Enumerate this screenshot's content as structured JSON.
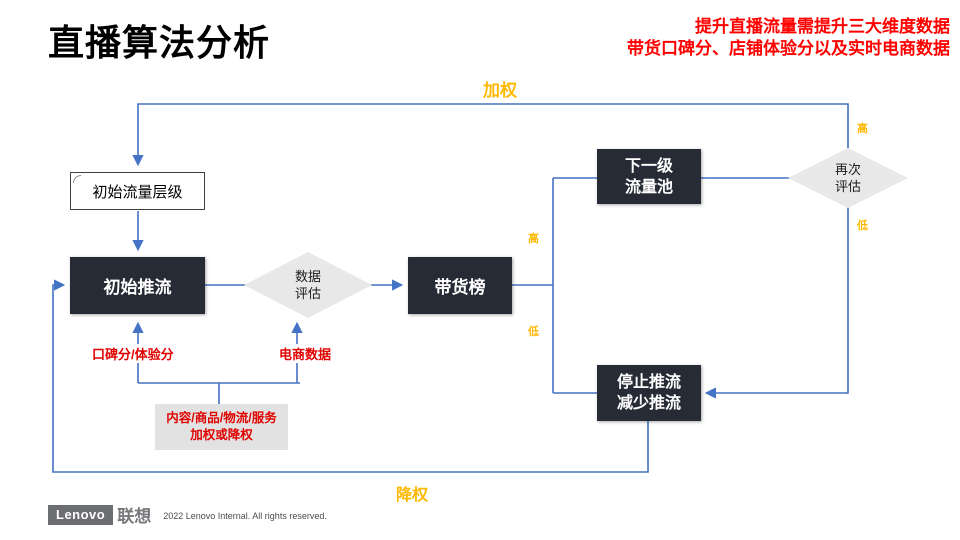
{
  "title": "直播算法分析",
  "annotation": {
    "line1": "提升直播流量需提升三大维度数据",
    "line2": "带货口碑分、店铺体验分以及实时电商数据"
  },
  "labels": {
    "top_loop": "加权",
    "bottom_loop": "降权",
    "branch_high_mid": "高",
    "branch_low_mid": "低",
    "branch_high_right": "高",
    "branch_low_right": "低",
    "score_label": "口碑分/体验分",
    "ecommerce_label": "电商数据"
  },
  "nodes": {
    "initial_level": "初始流量层级",
    "initial_push": "初始推流",
    "data_eval": {
      "line1": "数据",
      "line2": "评估"
    },
    "sales_rank": "带货榜",
    "next_pool": {
      "line1": "下一级",
      "line2": "流量池"
    },
    "re_eval": {
      "line1": "再次",
      "line2": "评估"
    },
    "stop_push": {
      "line1": "停止推流",
      "line2": "减少推流"
    },
    "adjust_box": {
      "line1": "内容/商品/物流/服务",
      "line2": "加权或降权"
    }
  },
  "footer": {
    "logo": "Lenovo",
    "logo_cn": "联想",
    "copyright": "2022 Lenovo Internal. All rights reserved."
  },
  "colors": {
    "connector_blue": "#4472C4",
    "accent_orange": "#FFB900",
    "accent_red": "#FF0000",
    "label_red": "#E00000",
    "node_dark": "#272B35",
    "diamond_gray": "#E9E8E8",
    "box_gray": "#E3E2E2"
  }
}
